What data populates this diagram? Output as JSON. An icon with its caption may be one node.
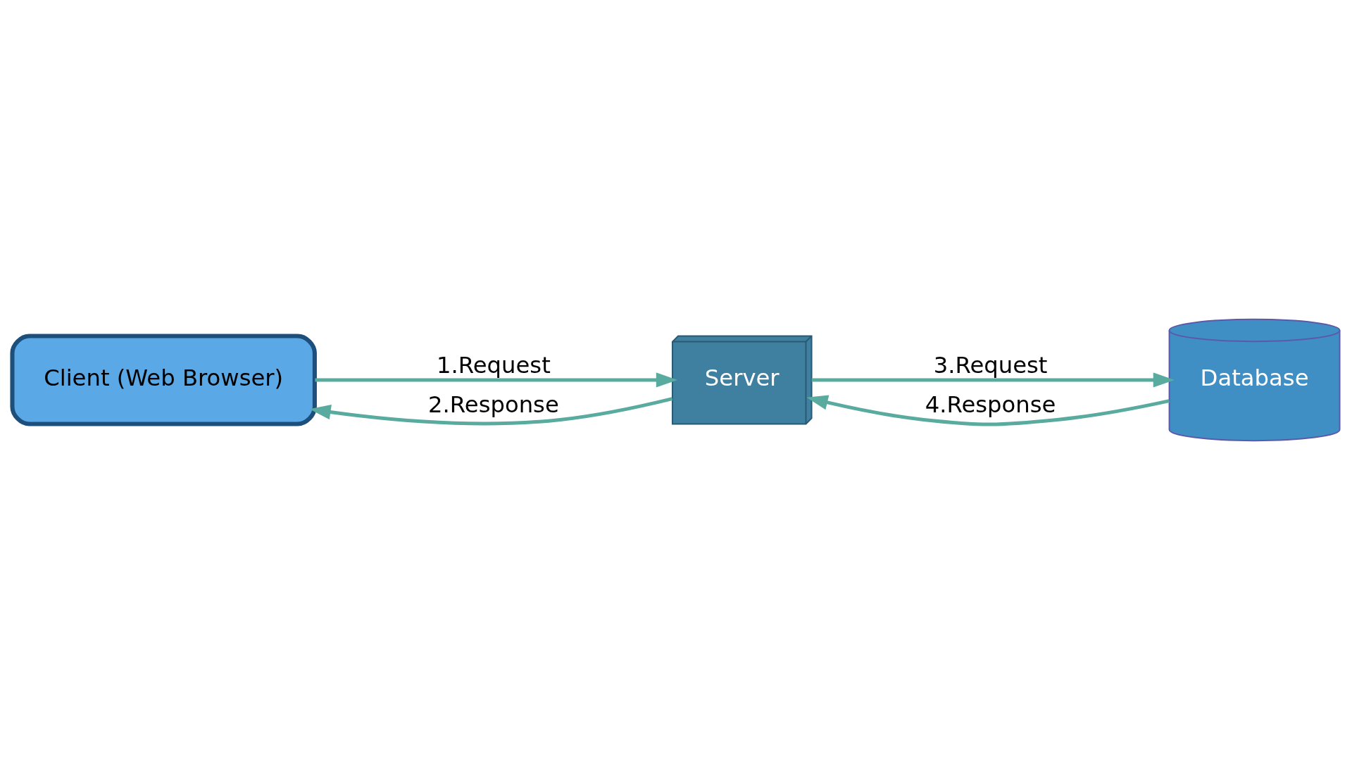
{
  "diagram": {
    "nodes": [
      {
        "text": [
          "Client (Web Browser)"
        ]
      },
      {
        "text": [
          "Server"
        ]
      },
      {
        "text": [
          "Database"
        ]
      }
    ],
    "edges": [
      {
        "from": 0,
        "to": 1,
        "arrow": "to",
        "label": "1.Request"
      },
      {
        "from": 1,
        "to": 0,
        "arrow": "to",
        "label": "2.Response"
      },
      {
        "from": 1,
        "to": 2,
        "arrow": "to",
        "label": "3.Request"
      },
      {
        "from": 2,
        "to": 1,
        "arrow": "to",
        "label": "4.Response"
      }
    ]
  }
}
